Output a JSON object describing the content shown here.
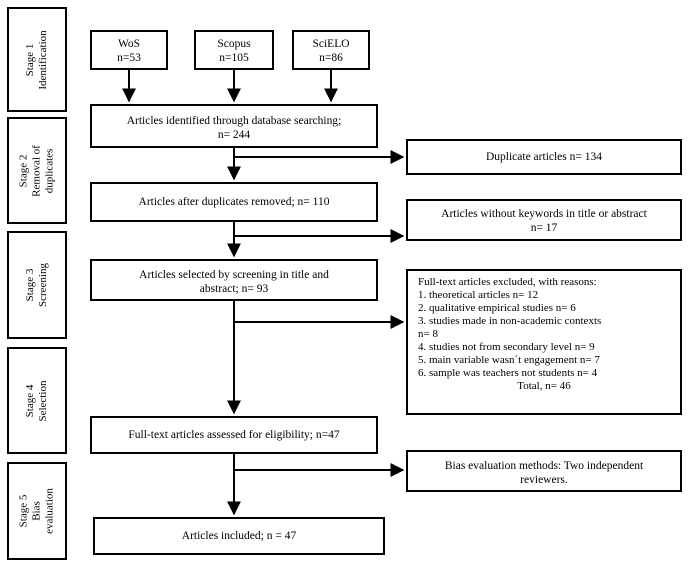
{
  "stages": [
    {
      "line1": "Stage 1",
      "line2": "Identification",
      "line3": ""
    },
    {
      "line1": "Stage 2",
      "line2": "Removal of",
      "line3": "duplicates"
    },
    {
      "line1": "Stage 3",
      "line2": "Screening",
      "line3": ""
    },
    {
      "line1": "Stage 4",
      "line2": "Selection",
      "line3": ""
    },
    {
      "line1": "Stage 5",
      "line2": "Bias",
      "line3": "evaluation"
    }
  ],
  "databases": [
    {
      "name": "WoS",
      "count": "n=53"
    },
    {
      "name": "Scopus",
      "count": "n=105"
    },
    {
      "name": "SciELO",
      "count": "n=86"
    }
  ],
  "flow": {
    "identified_line1": "Articles  identified through database searching;",
    "identified_line2": "n= 244",
    "after_duplicates": "Articles  after duplicates removed;  n= 110",
    "screened_line1": "Articles  selected by screening in title and",
    "screened_line2": "abstract;  n= 93",
    "fulltext": "Full-text articles assessed for eligibility;  n=47",
    "included": "Articles  included; n = 47"
  },
  "side": {
    "duplicates": "Duplicate articles n= 134",
    "no_keywords_line1": "Articles  without keywords in title or abstract",
    "no_keywords_line2": "n= 17",
    "excluded_title": "Full-text articles excluded, with reasons:",
    "excluded_reasons": [
      "1.  theoretical articles n= 12",
      "2.   qualitative empirical studies n= 6",
      "3. studies made in non-academic contexts",
      "n= 8",
      "4. studies not from secondary level n= 9",
      "5. main variable wasn´t engagement n= 7",
      "6. sample was teachers not students n= 4"
    ],
    "excluded_total": "Total, n= 46",
    "bias_line1": "Bias evaluation methods: Two independent",
    "bias_line2": "reviewers."
  }
}
